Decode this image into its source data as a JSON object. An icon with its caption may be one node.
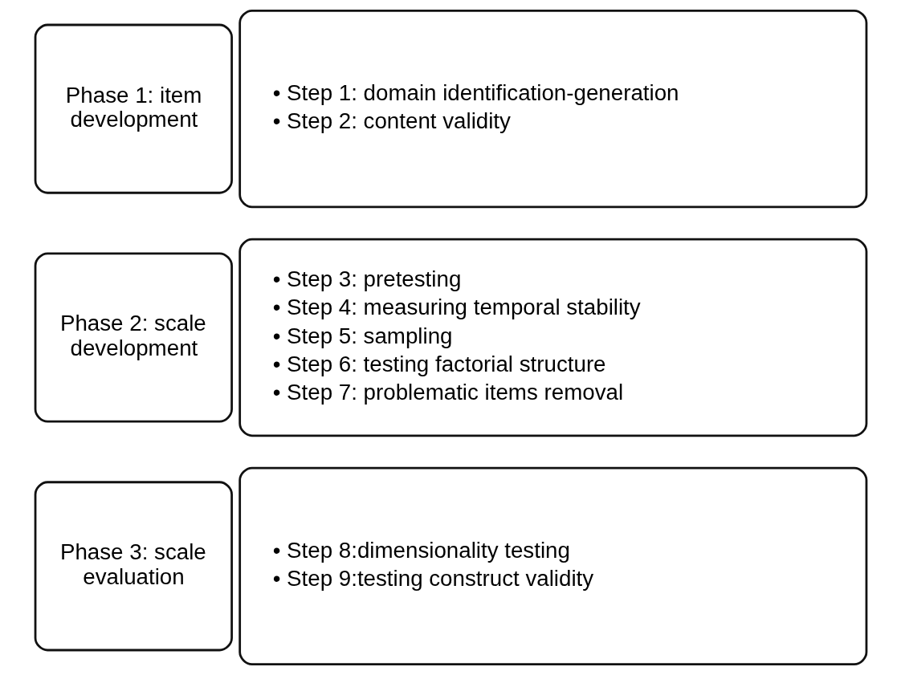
{
  "diagram": {
    "nodes": [
      {
        "text": [
          "Phase 1: item development"
        ]
      },
      {
        "text": [
          "• Step 1: domain identification-generation",
          "• Step 2: content validity"
        ]
      },
      {
        "text": [
          "Phase 2: scale development"
        ]
      },
      {
        "text": [
          "• Step 3: pretesting",
          "• Step 4: measuring temporal stability",
          "• Step 5: sampling",
          "• Step 6: testing factorial structure",
          "• Step 7: problematic items removal"
        ]
      },
      {
        "text": [
          "Phase 3: scale evaluation"
        ]
      },
      {
        "text": [
          "• Step 8:dimensionality testing",
          "• Step 9:testing construct validity"
        ]
      }
    ]
  }
}
